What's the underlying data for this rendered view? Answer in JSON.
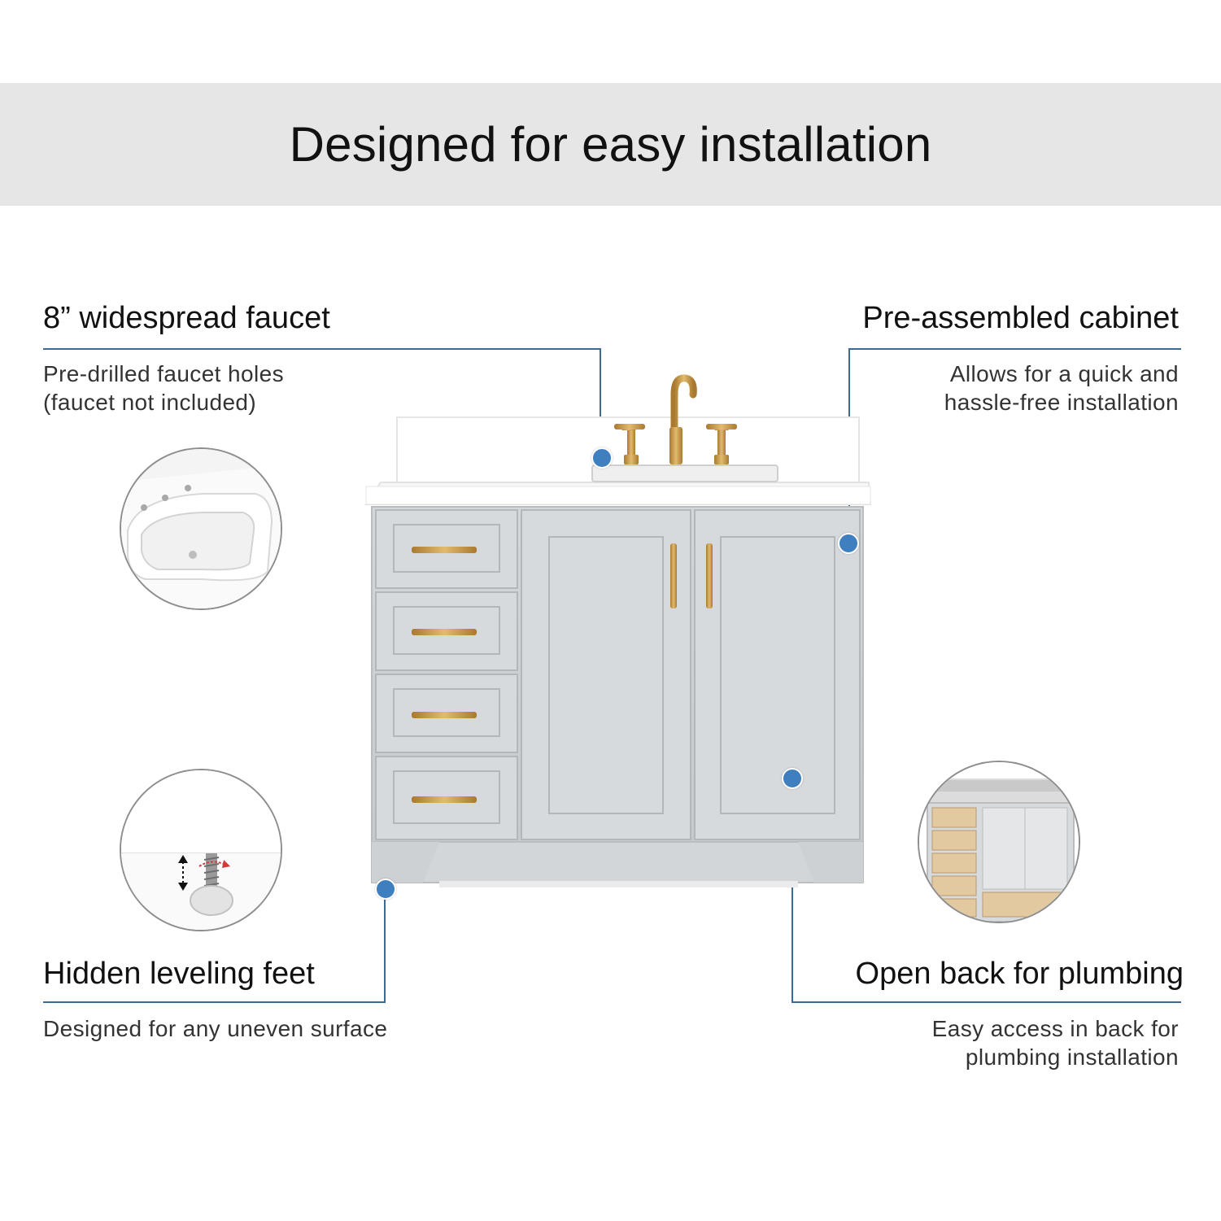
{
  "header": {
    "title": "Designed for easy installation"
  },
  "features": {
    "faucet": {
      "title": "8” widespread faucet",
      "desc_line1": "Pre-drilled faucet holes",
      "desc_line2": "(faucet not included)"
    },
    "cabinet": {
      "title": "Pre-assembled cabinet",
      "desc_line1": "Allows for  a quick and",
      "desc_line2": "hassle-free installation"
    },
    "feet": {
      "title": "Hidden leveling feet",
      "desc_line1": "Designed for any uneven surface"
    },
    "plumbing": {
      "title": "Open back for plumbing",
      "desc_line1": "Easy access in back for",
      "desc_line2": "plumbing installation"
    }
  },
  "colors": {
    "banner": "#e6e6e6",
    "callout_line": "#3d6a94",
    "callout_dot": "#3f7fbf",
    "cabinet": "#cfd3d6",
    "hardware_gold": "#c89a4e",
    "countertop": "#ffffff"
  }
}
